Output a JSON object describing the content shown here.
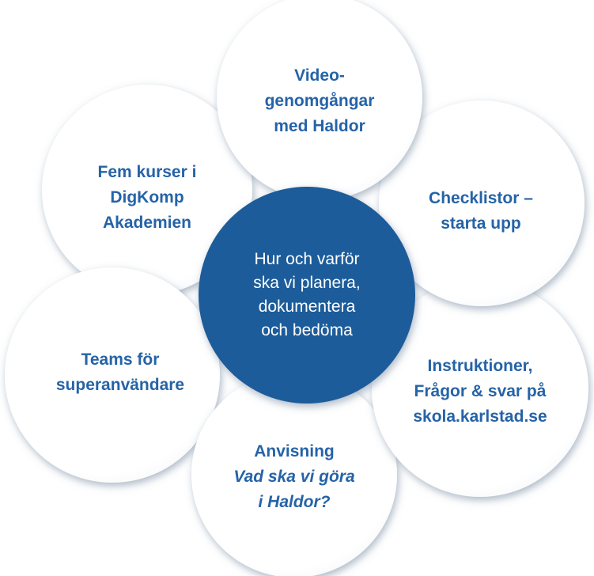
{
  "center": {
    "lines": [
      "Hur och varför",
      "ska vi planera,",
      "dokumentera",
      "och bedöma"
    ]
  },
  "petals": {
    "top": {
      "lines": [
        "Video-",
        "genomgångar",
        "med Haldor"
      ]
    },
    "upper_right": {
      "lines": [
        "Checklistor –",
        "starta upp"
      ]
    },
    "lower_right": {
      "lines": [
        "Instruktioner,",
        "Frågor & svar på",
        "skola.karlstad.se"
      ]
    },
    "bottom": {
      "line1": "Anvisning",
      "line2": "Vad ska vi göra",
      "line3": "i Haldor?"
    },
    "lower_left": {
      "lines": [
        "Teams för",
        "superanvändare"
      ]
    },
    "upper_left": {
      "lines": [
        "Fem kurser i",
        "DigKomp",
        "Akademien"
      ]
    }
  },
  "colors": {
    "center_fill": "#1F5C9A",
    "petal_text": "#2563A7",
    "petal_fill": "#FFFFFF",
    "petal_shadow": "#8A9BB0"
  }
}
